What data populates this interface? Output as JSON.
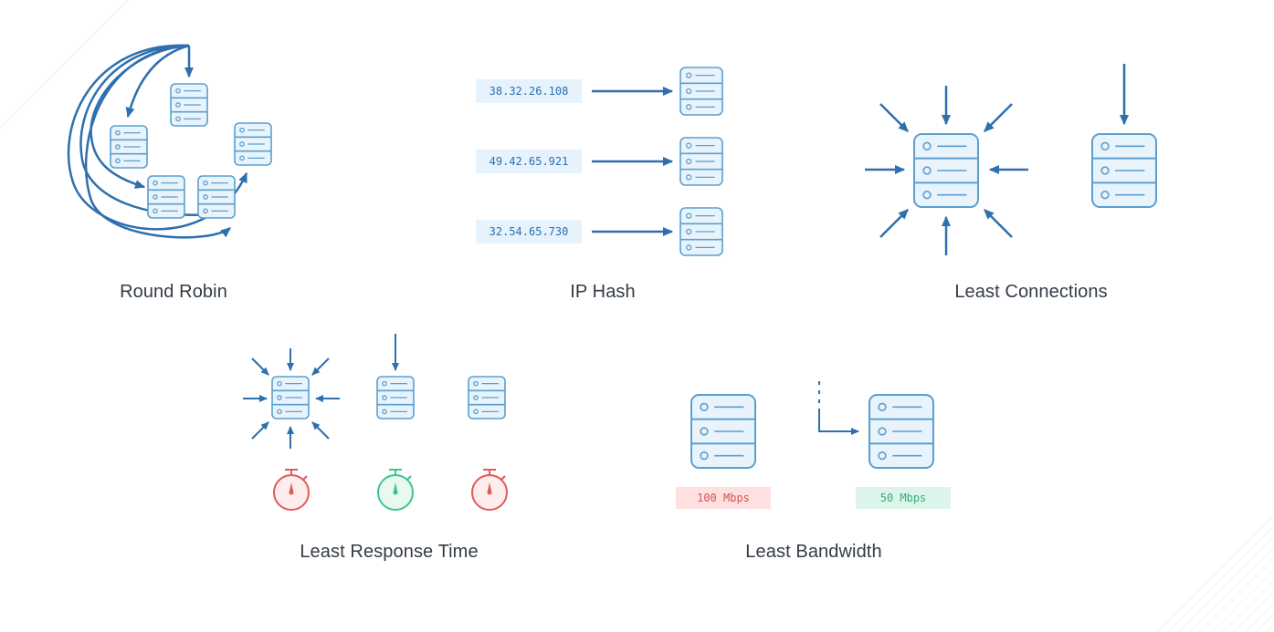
{
  "colors": {
    "arrow": "#2e6fae",
    "server_stroke": "#5b9fcf",
    "server_fill": "#e8f3fc",
    "timer_red": "#e05a57",
    "timer_green": "#3cc48c",
    "stripe": "#eef3f8"
  },
  "icons": {
    "server": "server-icon",
    "arrow": "arrow-icon",
    "timer": "stopwatch-icon"
  },
  "round_robin": {
    "title": "Round Robin"
  },
  "ip_hash": {
    "title": "IP Hash",
    "addresses": [
      "38.32.26.108",
      "49.42.65.921",
      "32.54.65.730"
    ]
  },
  "least_connections": {
    "title": "Least Connections"
  },
  "least_response_time": {
    "title": "Least Response Time"
  },
  "least_bandwidth": {
    "title": "Least Bandwidth",
    "bandwidths": [
      "100 Mbps",
      "50 Mbps"
    ]
  }
}
